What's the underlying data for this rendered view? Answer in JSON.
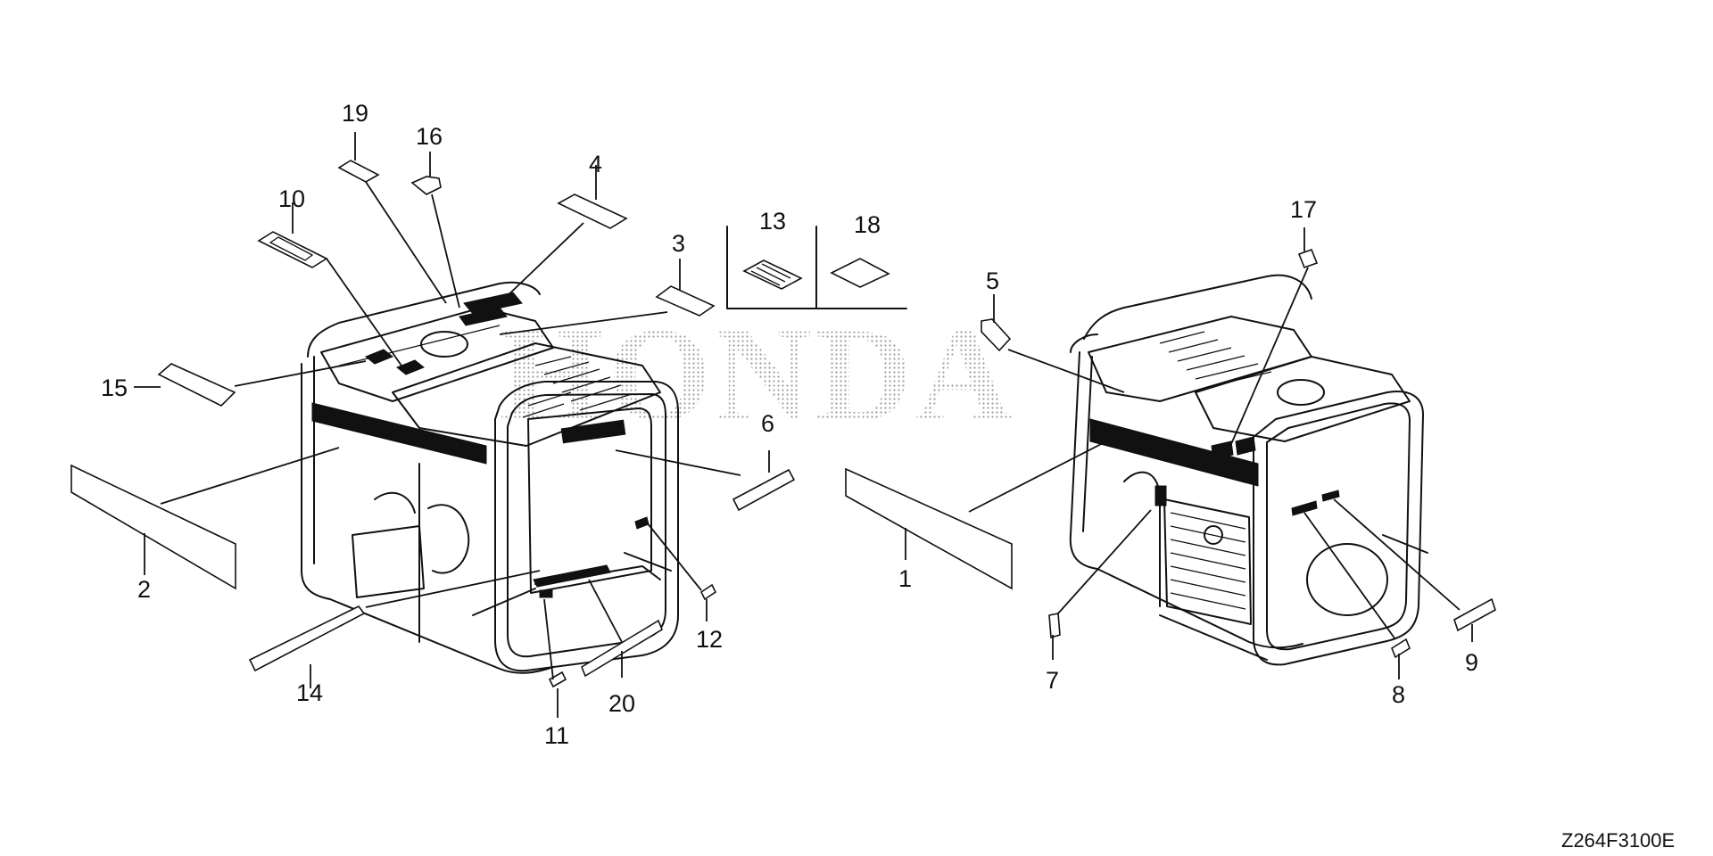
{
  "watermark_text": "HONDA",
  "diagram_code": "Z264F3100E",
  "callouts": {
    "c1": "1",
    "c2": "2",
    "c3": "3",
    "c4": "4",
    "c5": "5",
    "c6": "6",
    "c7": "7",
    "c8": "8",
    "c9": "9",
    "c10": "10",
    "c11": "11",
    "c12": "12",
    "c13": "13",
    "c14": "14",
    "c15": "15",
    "c16": "16",
    "c17": "17",
    "c18": "18",
    "c19": "19",
    "c20": "20"
  }
}
